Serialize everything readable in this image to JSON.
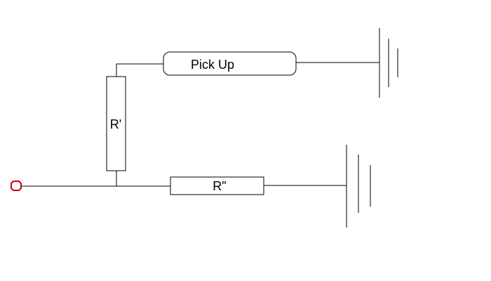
{
  "diagram": {
    "components": {
      "pickup": {
        "label": "Pick Up"
      },
      "r_prime": {
        "label": "R'"
      },
      "r_double_prime": {
        "label": "R\""
      }
    },
    "terminal": {
      "icon": "input-terminal-icon",
      "color": "#cc0000"
    },
    "grounds": [
      {
        "icon": "ground-icon"
      },
      {
        "icon": "ground-icon"
      }
    ],
    "colors": {
      "line": "#000000",
      "terminal": "#cc0000"
    }
  }
}
